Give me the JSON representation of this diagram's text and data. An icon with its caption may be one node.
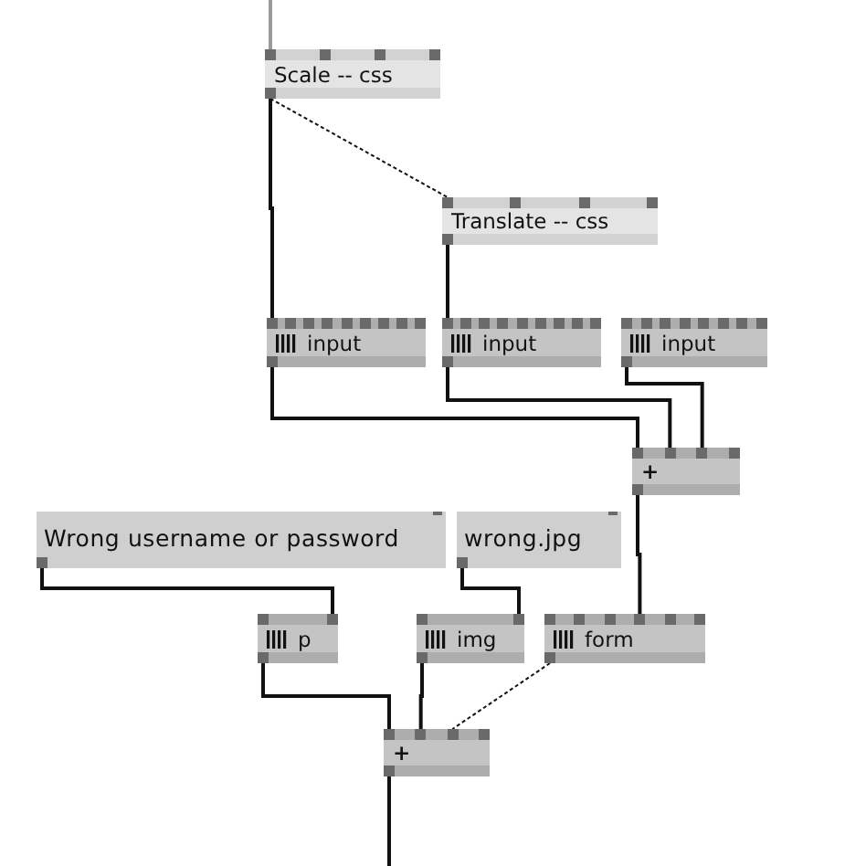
{
  "diagram": {
    "nodes": [
      {
        "text": [
          "Scale -- css"
        ]
      },
      {
        "text": [
          "Translate -- css"
        ]
      },
      {
        "text": [
          "input"
        ]
      },
      {
        "text": [
          "input"
        ]
      },
      {
        "text": [
          "input"
        ]
      },
      {
        "text": [
          "+"
        ]
      },
      {
        "text": [
          "Wrong username or password"
        ]
      },
      {
        "text": [
          "wrong.jpg"
        ]
      },
      {
        "text": [
          "p"
        ]
      },
      {
        "text": [
          "img"
        ]
      },
      {
        "text": [
          "form"
        ]
      },
      {
        "text": [
          "+"
        ]
      }
    ],
    "edges": [
      {
        "from": null,
        "to": 0,
        "arrow": "none",
        "color": "#9a9a9a"
      },
      {
        "from": 0,
        "to": 1,
        "arrow": "none",
        "style": "dashed"
      },
      {
        "from": 0,
        "to": 2,
        "arrow": "none"
      },
      {
        "from": 1,
        "to": 3,
        "arrow": "none"
      },
      {
        "from": 2,
        "to": 5,
        "arrow": "none"
      },
      {
        "from": 3,
        "to": 5,
        "arrow": "none"
      },
      {
        "from": 4,
        "to": 5,
        "arrow": "none"
      },
      {
        "from": 5,
        "to": 10,
        "arrow": "none"
      },
      {
        "from": 6,
        "to": 8,
        "arrow": "none"
      },
      {
        "from": 7,
        "to": 9,
        "arrow": "none"
      },
      {
        "from": 8,
        "to": 11,
        "arrow": "none"
      },
      {
        "from": 9,
        "to": 11,
        "arrow": "none"
      },
      {
        "from": 10,
        "to": 11,
        "arrow": "none",
        "style": "dashed"
      },
      {
        "from": 11,
        "to": null,
        "arrow": "none"
      }
    ]
  }
}
